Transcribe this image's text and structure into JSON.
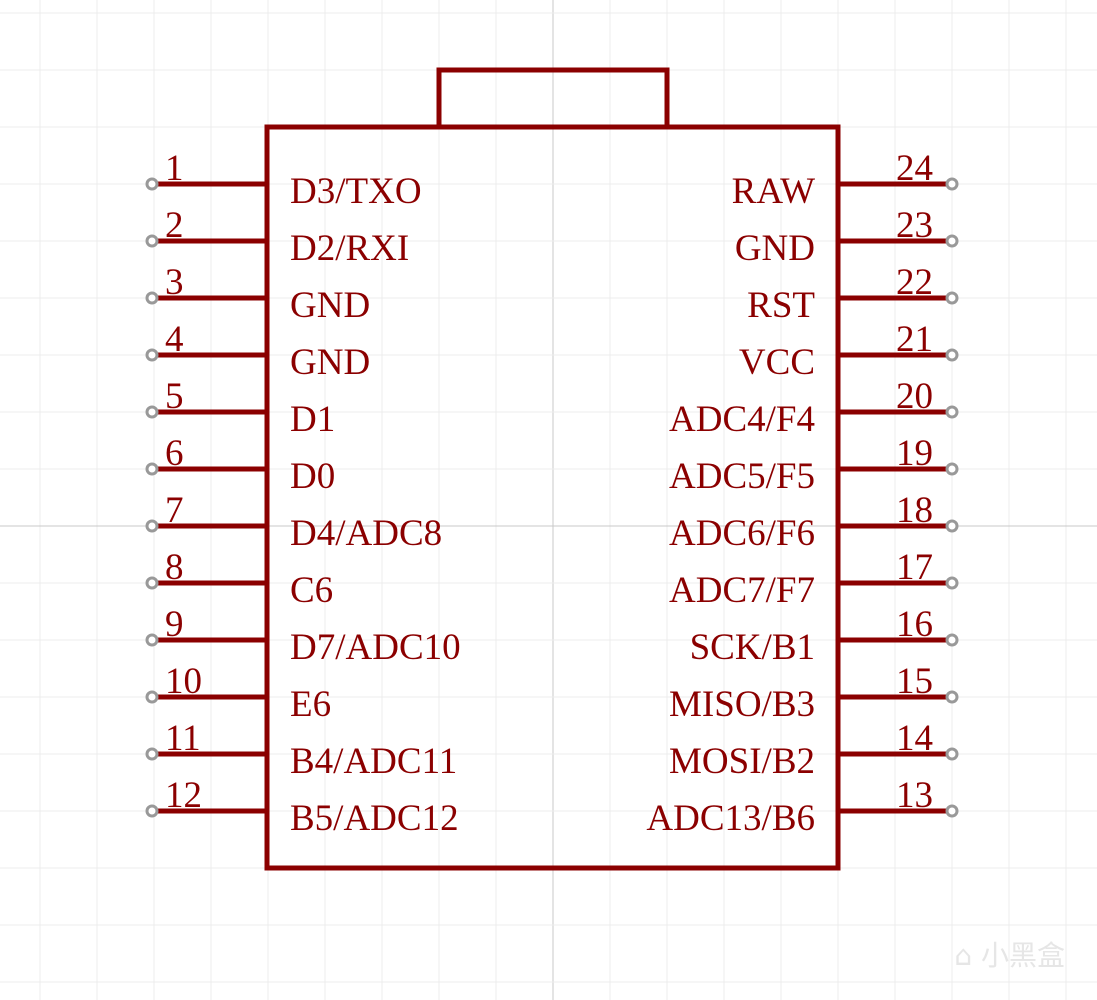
{
  "colors": {
    "symbol": "#8b0000",
    "grid": "#ececec",
    "axis": "#c8c8c8",
    "pin_end": "#999999"
  },
  "left_pins": [
    {
      "number": "1",
      "name": "D3/TXO"
    },
    {
      "number": "2",
      "name": "D2/RXI"
    },
    {
      "number": "3",
      "name": "GND"
    },
    {
      "number": "4",
      "name": "GND"
    },
    {
      "number": "5",
      "name": "D1"
    },
    {
      "number": "6",
      "name": "D0"
    },
    {
      "number": "7",
      "name": "D4/ADC8"
    },
    {
      "number": "8",
      "name": "C6"
    },
    {
      "number": "9",
      "name": "D7/ADC10"
    },
    {
      "number": "10",
      "name": "E6"
    },
    {
      "number": "11",
      "name": "B4/ADC11"
    },
    {
      "number": "12",
      "name": "B5/ADC12"
    }
  ],
  "right_pins": [
    {
      "number": "24",
      "name": "RAW"
    },
    {
      "number": "23",
      "name": "GND"
    },
    {
      "number": "22",
      "name": "RST"
    },
    {
      "number": "21",
      "name": "VCC"
    },
    {
      "number": "20",
      "name": "ADC4/F4"
    },
    {
      "number": "19",
      "name": "ADC5/F5"
    },
    {
      "number": "18",
      "name": "ADC6/F6"
    },
    {
      "number": "17",
      "name": "ADC7/F7"
    },
    {
      "number": "16",
      "name": "SCK/B1"
    },
    {
      "number": "15",
      "name": "MISO/B3"
    },
    {
      "number": "14",
      "name": "MOSI/B2"
    },
    {
      "number": "13",
      "name": "ADC13/B6"
    }
  ],
  "watermark": "小黑盒"
}
